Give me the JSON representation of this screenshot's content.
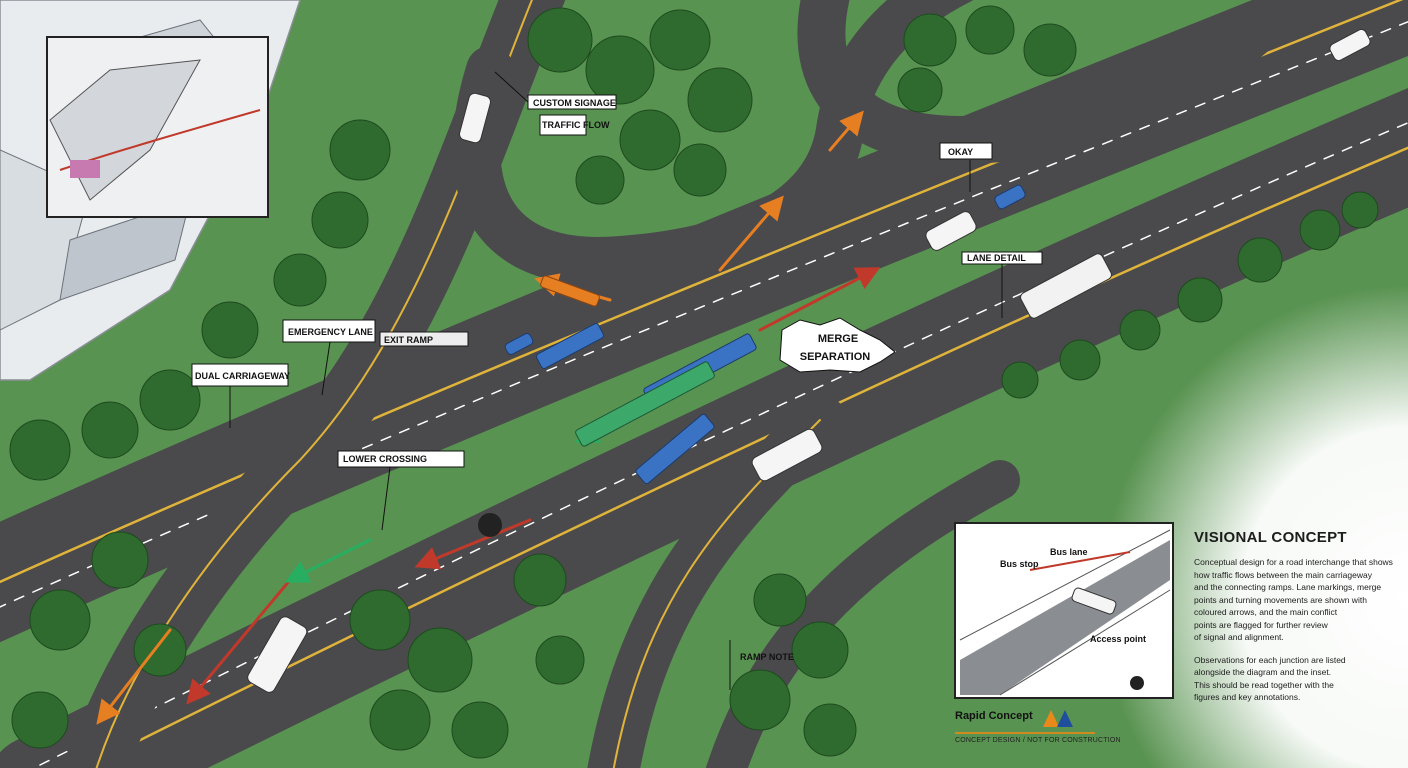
{
  "labels": {
    "custom_signage": "CUSTOM SIGNAGE",
    "traffic_flow": "TRAFFIC FLOW",
    "okay": "OKAY",
    "lane_detail": "LANE DETAIL",
    "emergency_lane": "EMERGENCY LANE",
    "dual_carriageway": "DUAL CARRIAGEWAY",
    "merge_sep": "MERGE SEPARATION",
    "merge_sep_l1": "MERGE",
    "merge_sep_l2": "SEPARATION",
    "lower_crossing": "LOWER CROSSING",
    "exit_ramp": "EXIT RAMP",
    "ramp_note": "RAMP NOTE",
    "inset_top_a": "Bus stop",
    "inset_top_b": "Bus lane",
    "inset_bottom": "Access point"
  },
  "legend": {
    "title": "VISIONAL CONCEPT",
    "para1": "Conceptual design for a road interchange that shows\nhow traffic flows between the main carriageway\nand the connecting ramps. Lane markings, merge\npoints and turning movements are shown with\ncoloured arrows, and the main conflict\npoints are flagged for further review\nof signal and alignment.",
    "para2": "Observations for each junction are listed\nalongside the diagram and the inset.\nThis should be read together with the\nfigures and key annotations."
  },
  "footer": {
    "title": "Rapid Concept",
    "subtitle": "CONCEPT DESIGN / NOT FOR CONSTRUCTION"
  },
  "colors": {
    "grass": "#4f8a4a",
    "road": "#4a4a4d",
    "arrow_red": "#c0392b",
    "arrow_orange": "#e67e22",
    "arrow_green": "#27ae60",
    "vehicle_blue": "#3b73c4",
    "logo_orange": "#e8891a",
    "logo_blue": "#1f4e9c"
  }
}
